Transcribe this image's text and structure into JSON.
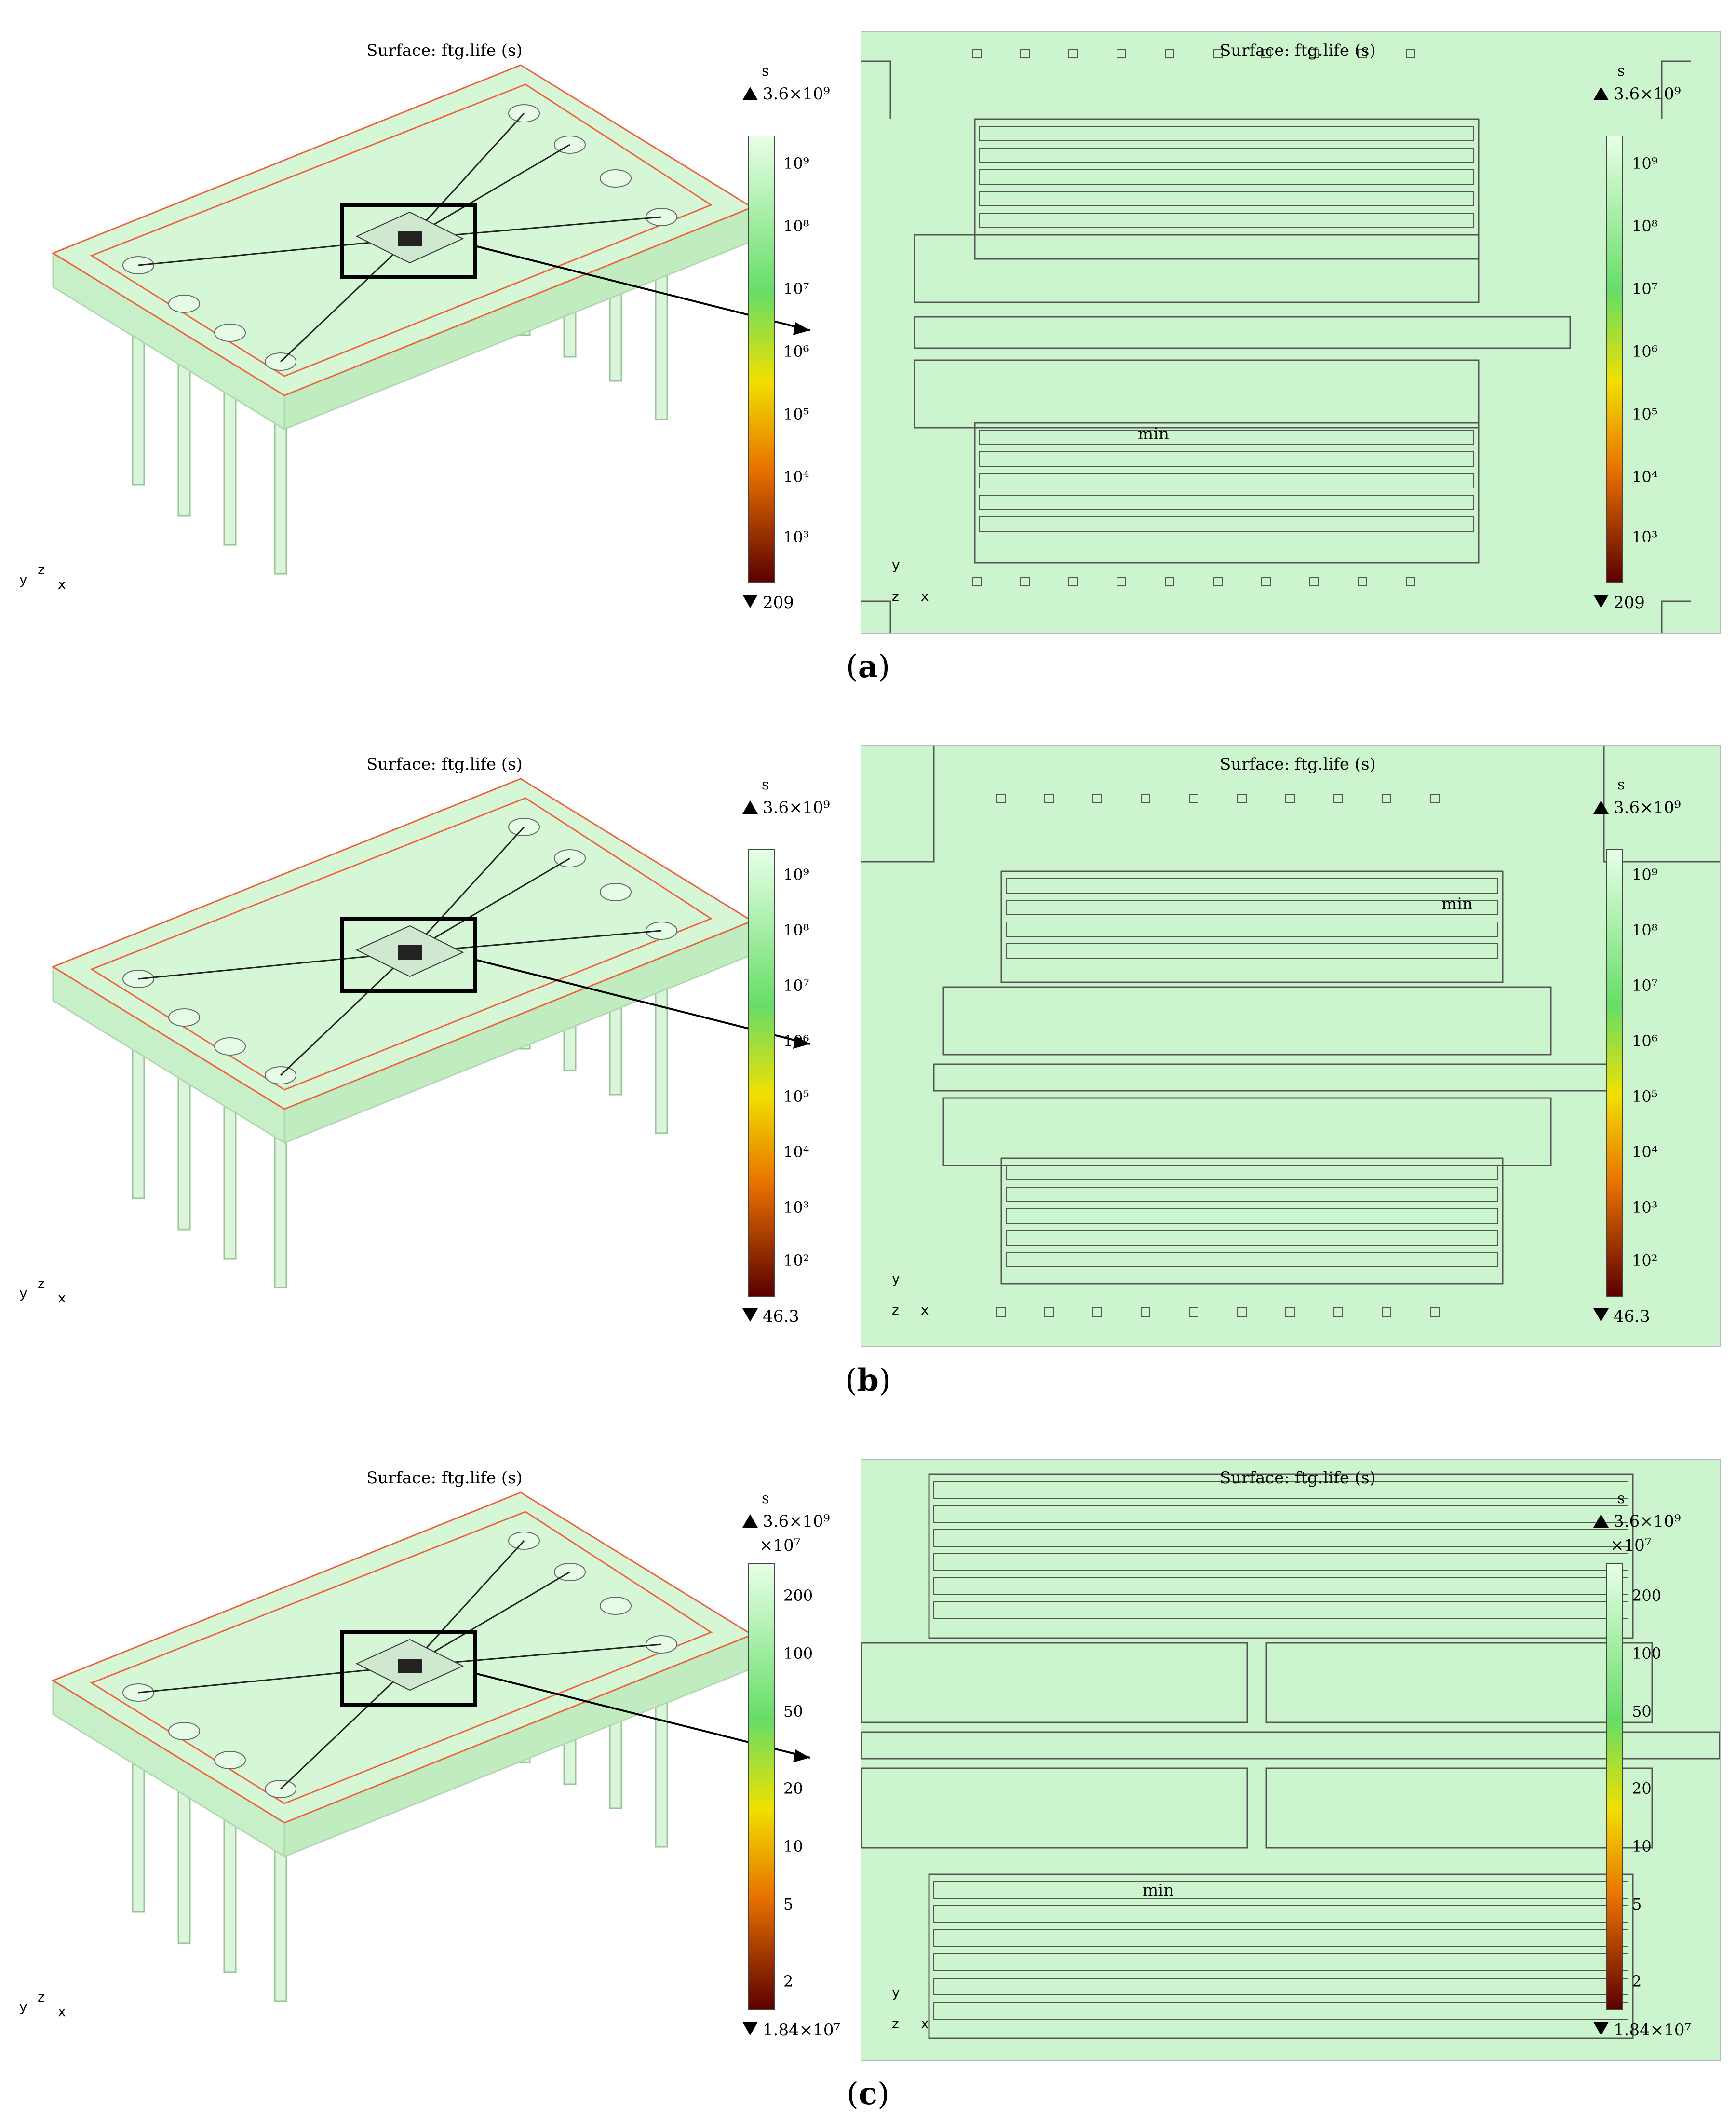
{
  "panels": [
    {
      "id": "a",
      "caption_letter": "a",
      "left_title": "Surface: ftg.life (s)",
      "right_title": "Surface: ftg.life (s)",
      "colorbar": {
        "unit": "s",
        "max_label": "3.6×10⁹",
        "min_label": "209",
        "multiplier": "",
        "ticks": [
          "10⁹",
          "10⁸",
          "10⁷",
          "10⁶",
          "10⁵",
          "10⁴",
          "10³"
        ]
      },
      "min_marker": "min",
      "axes": {
        "y": "y",
        "z": "z",
        "x": "x"
      }
    },
    {
      "id": "b",
      "caption_letter": "b",
      "left_title": "Surface: ftg.life (s)",
      "right_title": "Surface: ftg.life (s)",
      "colorbar": {
        "unit": "s",
        "max_label": "3.6×10⁹",
        "min_label": "46.3",
        "multiplier": "",
        "ticks": [
          "10⁹",
          "10⁸",
          "10⁷",
          "10⁶",
          "10⁵",
          "10⁴",
          "10³",
          "10²"
        ]
      },
      "min_marker": "min",
      "axes": {
        "y": "y",
        "z": "z",
        "x": "x"
      }
    },
    {
      "id": "c",
      "caption_letter": "c",
      "left_title": "Surface: ftg.life (s)",
      "right_title": "Surface: ftg.life (s)",
      "colorbar": {
        "unit": "s",
        "max_label": "3.6×10⁹",
        "min_label": "1.84×10⁷",
        "multiplier": "×10⁷",
        "ticks": [
          "200",
          "100",
          "50",
          "20",
          "10",
          "5",
          "2"
        ]
      },
      "min_marker": "min",
      "axes": {
        "y": "y",
        "z": "z",
        "x": "x"
      }
    }
  ],
  "colors": {
    "background_green": "#cdf5cd",
    "outline_red": "#f06040",
    "colorbar_top": "#e8ffe8",
    "colorbar_mid": "#f0c000",
    "colorbar_bottom": "#5a0000"
  }
}
